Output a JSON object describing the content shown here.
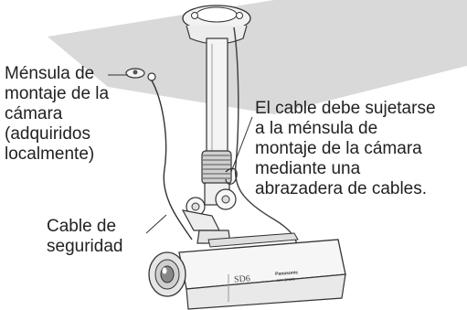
{
  "callouts": {
    "bracket": {
      "lines": [
        "Ménsula de",
        "montaje de la",
        "cámara",
        "(adquiridos",
        "localmente)"
      ]
    },
    "cable_note": {
      "lines": [
        "El cable debe sujetarse",
        "a la ménsula de",
        "montaje de la cámara",
        "mediante una",
        "abrazadera de cables."
      ]
    },
    "safety_cable": {
      "lines": [
        "Cable de",
        "seguridad"
      ]
    }
  },
  "camera": {
    "brand": "Panasonic",
    "model": "WV-SP509",
    "badge": "SD6"
  },
  "colors": {
    "ceiling": "#d9d9d9",
    "outline": "#333333",
    "metal": "#f4f4f4",
    "shadow": "#bdbdbd"
  }
}
